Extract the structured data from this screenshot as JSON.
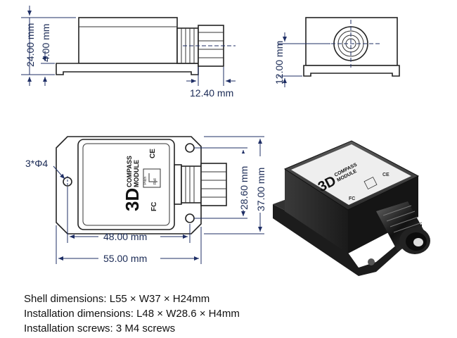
{
  "dimensions": {
    "side_height": "24.00 mm",
    "flange_height": "4.00 mm",
    "gland_length": "12.40 mm",
    "end_center_height": "12.00 mm",
    "hole_spec": "3*Φ4",
    "install_height": "28.60 mm",
    "shell_width": "37.00 mm",
    "install_length": "48.00 mm",
    "shell_length": "55.00 mm"
  },
  "label": {
    "brand": "3D",
    "line1": "COMPASS",
    "line2": "MODULE",
    "axis_pitch": "Pitch",
    "axis_roll": "Roll",
    "ce_mark": "CE",
    "fc_mark": "FC"
  },
  "specs": [
    "Shell dimensions: L55 × W37 × H24mm",
    "Installation dimensions: L48 × W28.6 × H4mm",
    "Installation screws: 3 M4 screws"
  ],
  "colors": {
    "dimension_line": "#1f2f66",
    "outline": "#222222",
    "module_body": "#2a2a2a"
  }
}
